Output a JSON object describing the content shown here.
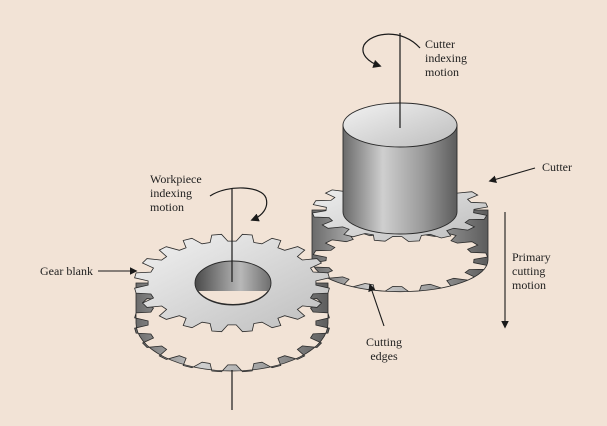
{
  "labels": {
    "cutter_indexing": [
      "Cutter",
      "indexing",
      "motion"
    ],
    "cutter": "Cutter",
    "workpiece_indexing": [
      "Workpiece",
      "indexing",
      "motion"
    ],
    "gear_blank": "Gear blank",
    "primary_cutting": [
      "Primary",
      "cutting",
      "motion"
    ],
    "cutting_edges": [
      "Cutting",
      "edges"
    ]
  },
  "colors": {
    "background": "#f2e3d6",
    "metal_light": "#e1e1e1",
    "metal_mid": "#a9a9a9",
    "metal_dark": "#5a5a5a",
    "line": "#1a1a1a"
  },
  "gears": {
    "cutter_teeth": 16,
    "blank_teeth": 20
  }
}
